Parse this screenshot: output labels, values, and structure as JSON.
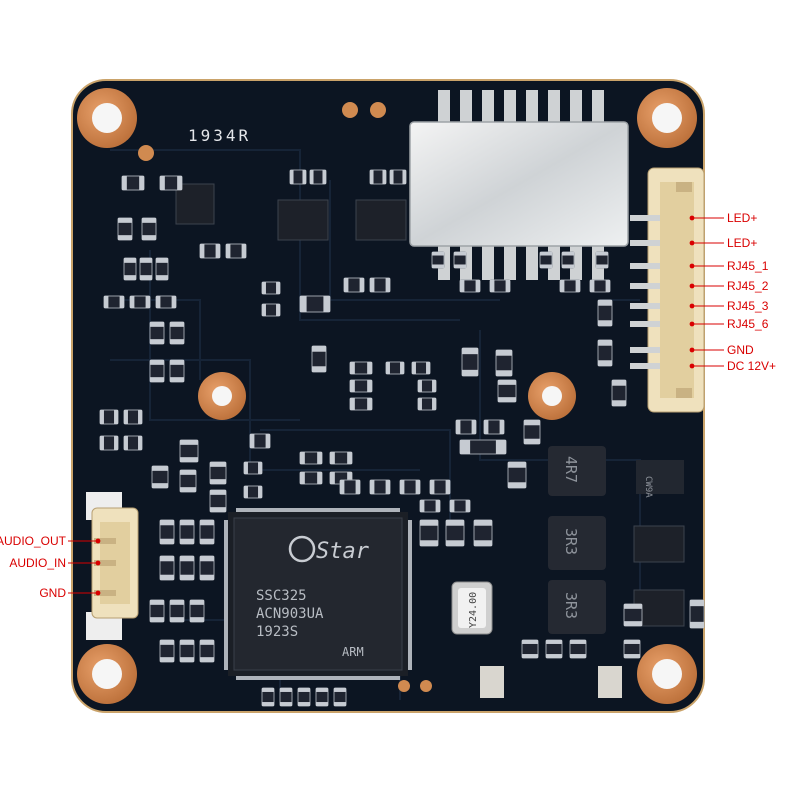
{
  "board": {
    "silk_code": "1934R",
    "chip": {
      "brand": "Star",
      "line1": "SSC325",
      "line2": "ACN903UA",
      "line3": "1923S",
      "arch": "ARM"
    },
    "crystal": "Y24.00",
    "inductor_marks": [
      "4R7",
      "3R3",
      "3R3"
    ],
    "ic_mark": "CW9A",
    "colors": {
      "pcb": "#0c1522",
      "pad_ring": "#c98048",
      "label": "#d90000",
      "connector": "#efe1bd"
    }
  },
  "right_connector": {
    "pins": [
      {
        "label": "LED+"
      },
      {
        "label": "LED+"
      },
      {
        "label": "RJ45_1"
      },
      {
        "label": "RJ45_2"
      },
      {
        "label": "RJ45_3"
      },
      {
        "label": "RJ45_6"
      },
      {
        "label": "GND"
      },
      {
        "label": "DC 12V+"
      }
    ]
  },
  "left_connector": {
    "pins": [
      {
        "label": "AUDIO_OUT"
      },
      {
        "label": "AUDIO_IN"
      },
      {
        "label": "GND"
      }
    ]
  }
}
